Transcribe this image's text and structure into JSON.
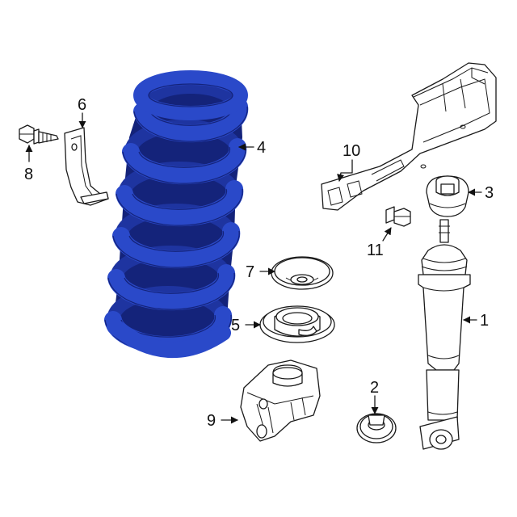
{
  "colors": {
    "spring_fill": "#2a49c9",
    "spring_dark": "#14237a",
    "line": "#1a1a1a",
    "background": "#ffffff"
  },
  "callouts": {
    "c1": "1",
    "c2": "2",
    "c3": "3",
    "c4": "4",
    "c5": "5",
    "c6": "6",
    "c7": "7",
    "c8": "8",
    "c9": "9",
    "c10": "10",
    "c11": "11"
  }
}
